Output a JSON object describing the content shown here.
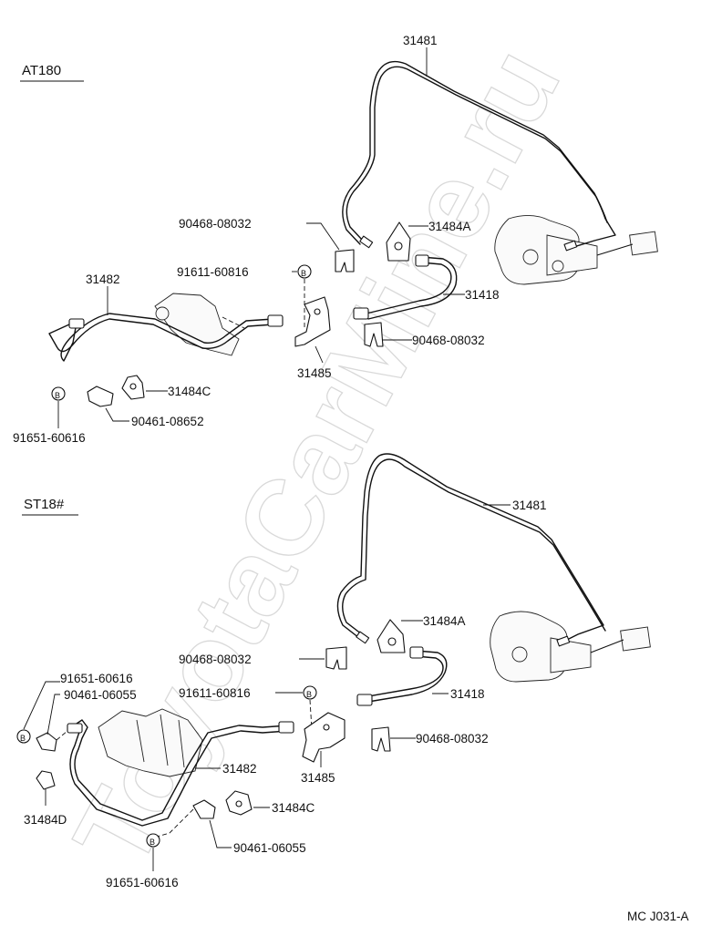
{
  "watermark": "ToyotaCarMine.ru",
  "figure_code": "MC J031-A",
  "sections": [
    {
      "title": "AT180",
      "labels": {
        "p31481": "31481",
        "p31484a": "31484A",
        "p90468_top": "90468-08032",
        "p91611": "91611-60816",
        "p31482": "31482",
        "p31418": "31418",
        "p90468_bot": "90468-08032",
        "p31485": "31485",
        "p31484c": "31484C",
        "p90461": "90461-08652",
        "p91651": "91651-60616"
      }
    },
    {
      "title": "ST18#",
      "labels": {
        "p31481": "31481",
        "p31484a": "31484A",
        "p90468_top": "90468-08032",
        "p91651_top": "91651-60616",
        "p90461_top": "90461-06055",
        "p91611": "91611-60816",
        "p31418": "31418",
        "p90468_bot": "90468-08032",
        "p31482": "31482",
        "p31485": "31485",
        "p31484d": "31484D",
        "p31484c": "31484C",
        "p90461_bot": "90461-06055",
        "p91651_bot": "91651-60616"
      }
    }
  ],
  "marker_letter": "B"
}
